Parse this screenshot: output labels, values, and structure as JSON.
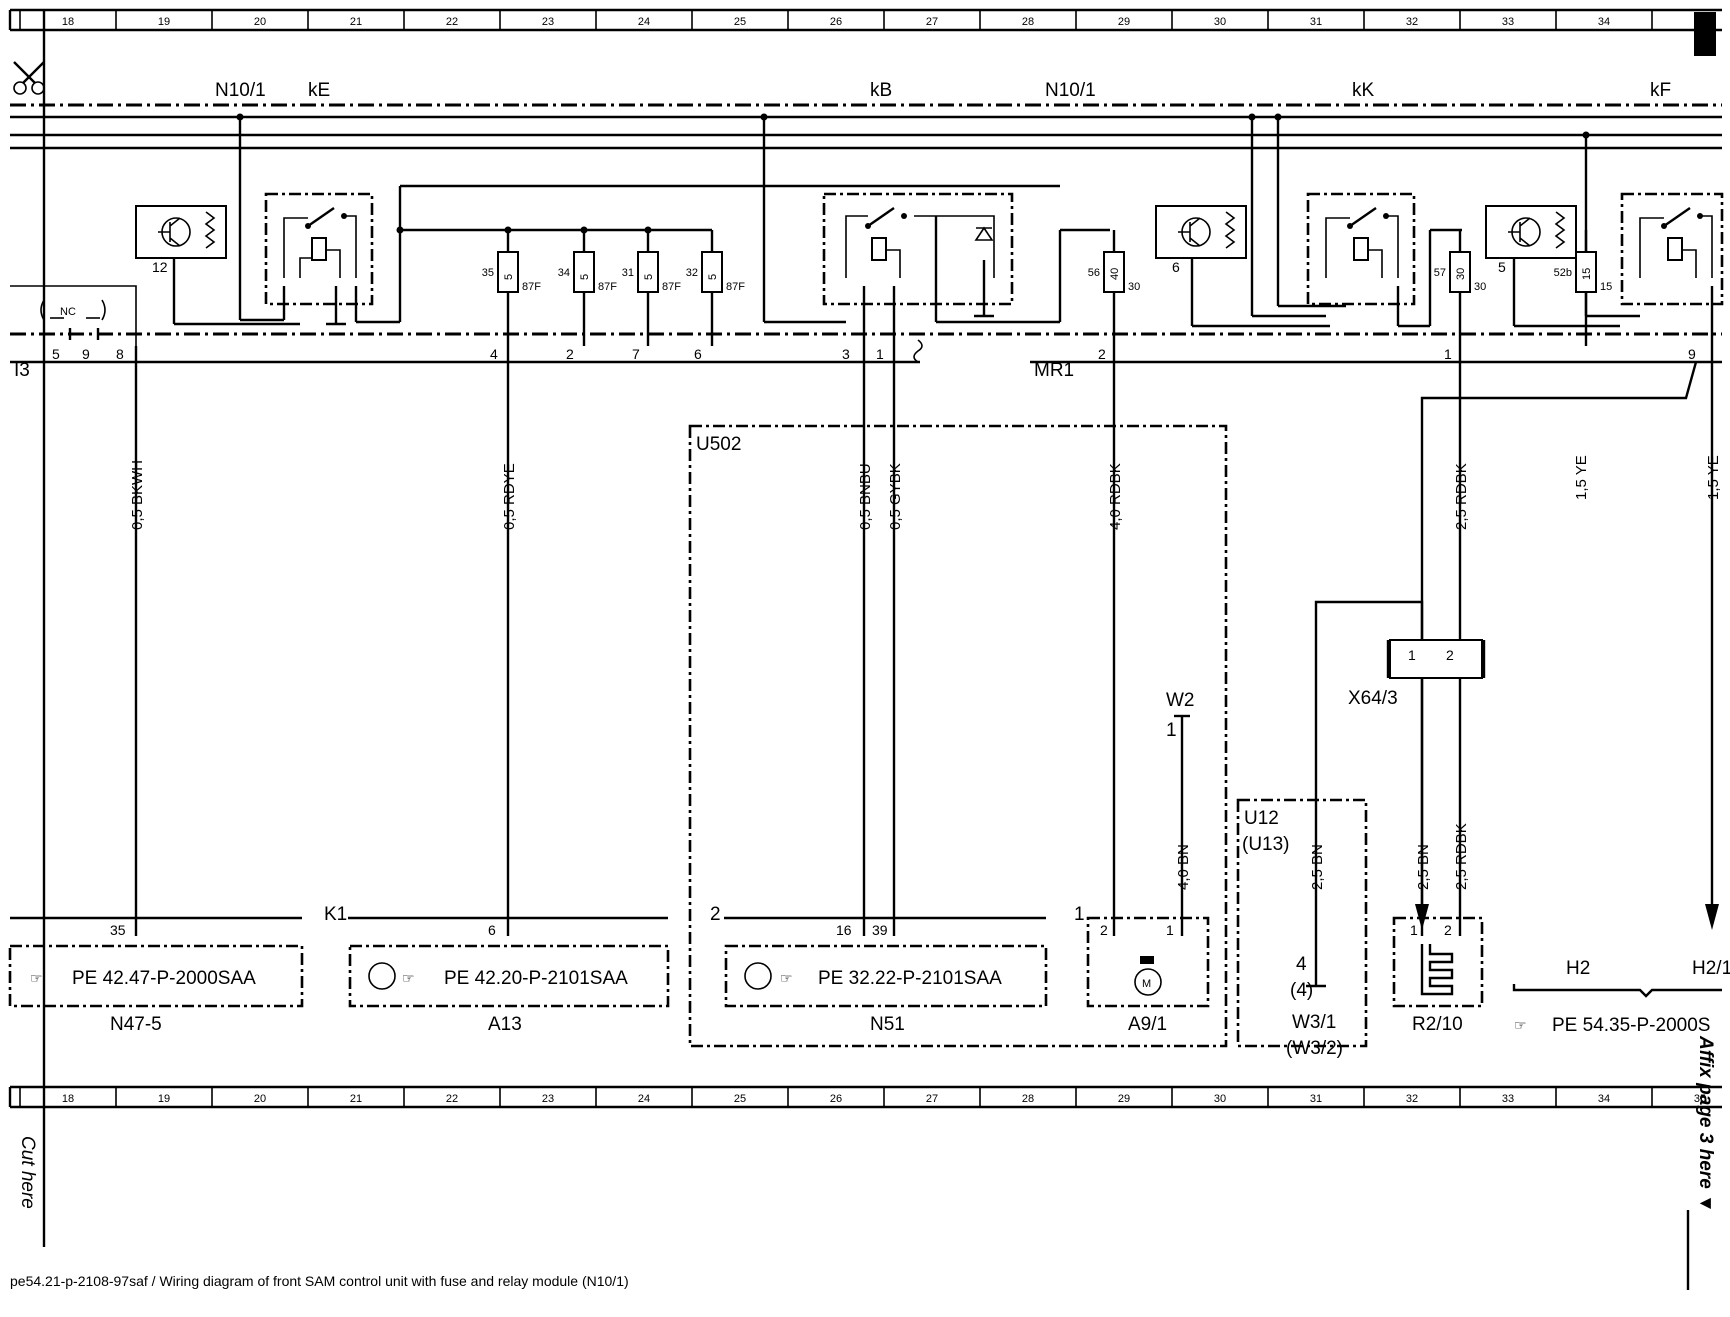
{
  "grid": {
    "columns": [
      "18",
      "19",
      "20",
      "21",
      "22",
      "23",
      "24",
      "25",
      "26",
      "27",
      "28",
      "29",
      "30",
      "31",
      "32",
      "33",
      "34",
      "35"
    ]
  },
  "headers": [
    {
      "id": "n10-1-left",
      "text": "N10/1"
    },
    {
      "id": "ke",
      "text": "kE"
    },
    {
      "id": "kb",
      "text": "kB"
    },
    {
      "id": "n10-1-mid",
      "text": "N10/1"
    },
    {
      "id": "kk",
      "text": "kK"
    },
    {
      "id": "kf",
      "text": "kF"
    }
  ],
  "connectors": {
    "i3": {
      "label": "I3",
      "pins": [
        "5",
        "9",
        "8"
      ],
      "nc": "NC"
    },
    "mr1": {
      "label": "MR1"
    },
    "n10_pins": [
      "4",
      "2",
      "7",
      "6",
      "3",
      "1",
      "2",
      "1",
      "9"
    ]
  },
  "sensor_pins": [
    "12",
    "6",
    "5"
  ],
  "fuses": [
    {
      "num": "35",
      "rating": "5",
      "term": "87F"
    },
    {
      "num": "34",
      "rating": "5",
      "term": "87F"
    },
    {
      "num": "31",
      "rating": "5",
      "term": "87F"
    },
    {
      "num": "32",
      "rating": "5",
      "term": "87F"
    },
    {
      "num": "56",
      "rating": "40",
      "term": "30"
    },
    {
      "num": "57",
      "rating": "30",
      "term": "30"
    },
    {
      "num": "52b",
      "rating": "15",
      "term": "15"
    }
  ],
  "wires": [
    {
      "id": "bkwh",
      "label": "0,5 BKWH"
    },
    {
      "id": "rdye",
      "label": "0,5 RDYE"
    },
    {
      "id": "bnbu",
      "label": "0,5 BNBU"
    },
    {
      "id": "gybk",
      "label": "0,5 GYBK"
    },
    {
      "id": "rdbk40",
      "label": "4,0 RDBK"
    },
    {
      "id": "rdbk25",
      "label": "2,5 RDBK"
    },
    {
      "id": "ye1",
      "label": "1,5 YE"
    },
    {
      "id": "ye2",
      "label": "1,5 YE"
    },
    {
      "id": "bn40",
      "label": "4,0 BN"
    },
    {
      "id": "bn25a",
      "label": "2,5 BN"
    },
    {
      "id": "bn25b",
      "label": "2,5 BN"
    },
    {
      "id": "rdbk25b",
      "label": "2,5 RDBK"
    }
  ],
  "groups": {
    "u502": "U502",
    "u12": "U12",
    "u13": "(U13)"
  },
  "ground": {
    "w2": "W2",
    "w2_pin": "1"
  },
  "x64": {
    "label": "X64/3",
    "pins": [
      "1",
      "2"
    ]
  },
  "modules": [
    {
      "id": "n47",
      "ref": "PE 42.47-P-2000SAA",
      "name": "N47-5",
      "pin": "35"
    },
    {
      "id": "a13",
      "ref": "PE 42.20-P-2101SAA",
      "name": "A13",
      "pin": "6",
      "tag": "K1"
    },
    {
      "id": "n51",
      "ref": "PE 32.22-P-2101SAA",
      "name": "N51",
      "pins": [
        "16",
        "39"
      ],
      "tag": "2"
    },
    {
      "id": "a9",
      "name": "A9/1",
      "pins": [
        "2",
        "1"
      ],
      "tag": "1"
    },
    {
      "id": "w3",
      "name": "W3/1",
      "name2": "(W3/2)",
      "pin": "4",
      "pin2": "(4)"
    },
    {
      "id": "r2",
      "name": "R2/10",
      "pins": [
        "1",
        "2"
      ]
    },
    {
      "id": "h2",
      "ref": "PE 54.35-P-2000S",
      "names": [
        "H2",
        "H2/1"
      ]
    }
  ],
  "side_texts": {
    "cut_here": "Cut here",
    "affix": "Affix page 3 here ▼"
  },
  "footer": "pe54.21-p-2108-97saf / Wiring diagram of front SAM control unit with fuse and relay module (N10/1)"
}
